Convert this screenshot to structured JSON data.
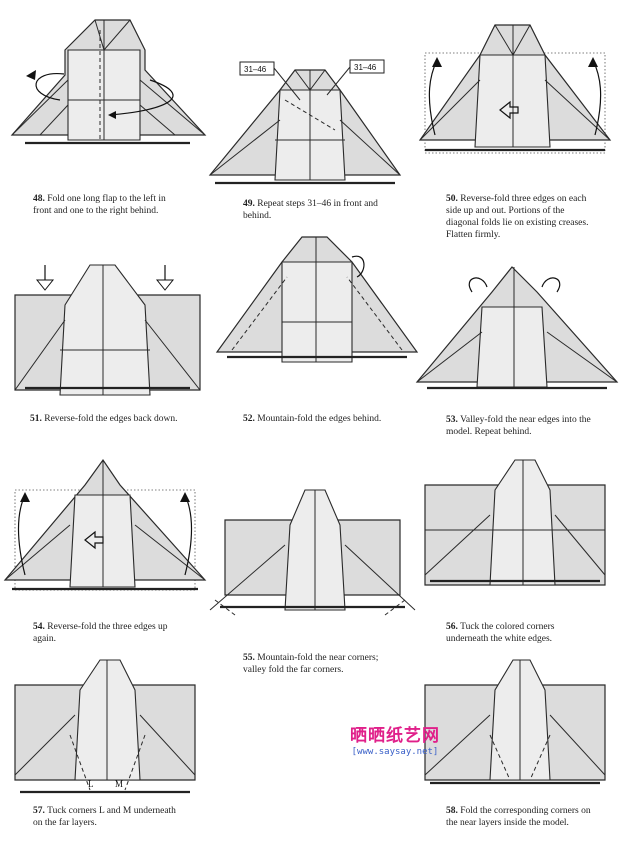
{
  "steps": [
    {
      "number": "48.",
      "text": "Fold one long flap to the left in front and one to the right behind."
    },
    {
      "number": "49.",
      "text": "Repeat steps 31–46 in front and behind.",
      "ref_left": "31–46",
      "ref_right": "31–46"
    },
    {
      "number": "50.",
      "text": "Reverse-fold three edges on each side up and out. Portions of the diagonal folds lie on existing creases. Flatten firmly."
    },
    {
      "number": "51.",
      "text": "Reverse-fold the edges back down."
    },
    {
      "number": "52.",
      "text": "Mountain-fold the edges behind."
    },
    {
      "number": "53.",
      "text": "Valley-fold the near edges into the model. Repeat behind."
    },
    {
      "number": "54.",
      "text": "Reverse-fold the three edges up again."
    },
    {
      "number": "55.",
      "text": "Mountain-fold the near corners; valley fold the far corners."
    },
    {
      "number": "56.",
      "text": "Tuck the colored corners underneath the white edges."
    },
    {
      "number": "57.",
      "text": "Tuck corners L and M underneath on the far layers.",
      "label_l": "L",
      "label_m": "M"
    },
    {
      "number": "58.",
      "text": "Fold the corresponding corners on the near layers inside the model."
    }
  ],
  "watermark": {
    "title": "晒晒纸艺网",
    "url": "[www.saysay.net]"
  },
  "colors": {
    "paper": "#dcdcdc",
    "ink": "#2a2a2a",
    "watermark_pink": "#e0208a",
    "watermark_blue": "#3a60c8"
  }
}
